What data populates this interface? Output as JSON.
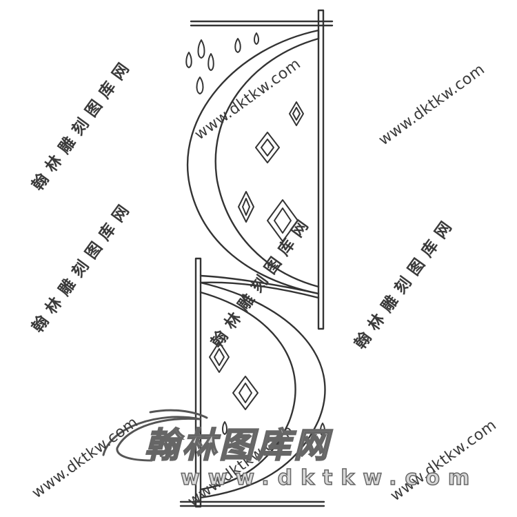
{
  "watermark": {
    "url": "www.dktkw.com",
    "chinese": "翰林雕刻图库网"
  },
  "logo": {
    "title": "翰林图库网",
    "subtitle": "www.dktkw.com"
  },
  "colors": {
    "line": "#333333",
    "watermark": "#3a3a3a",
    "logo_fill": "#d8d8d8",
    "logo_stroke": "#666666"
  }
}
